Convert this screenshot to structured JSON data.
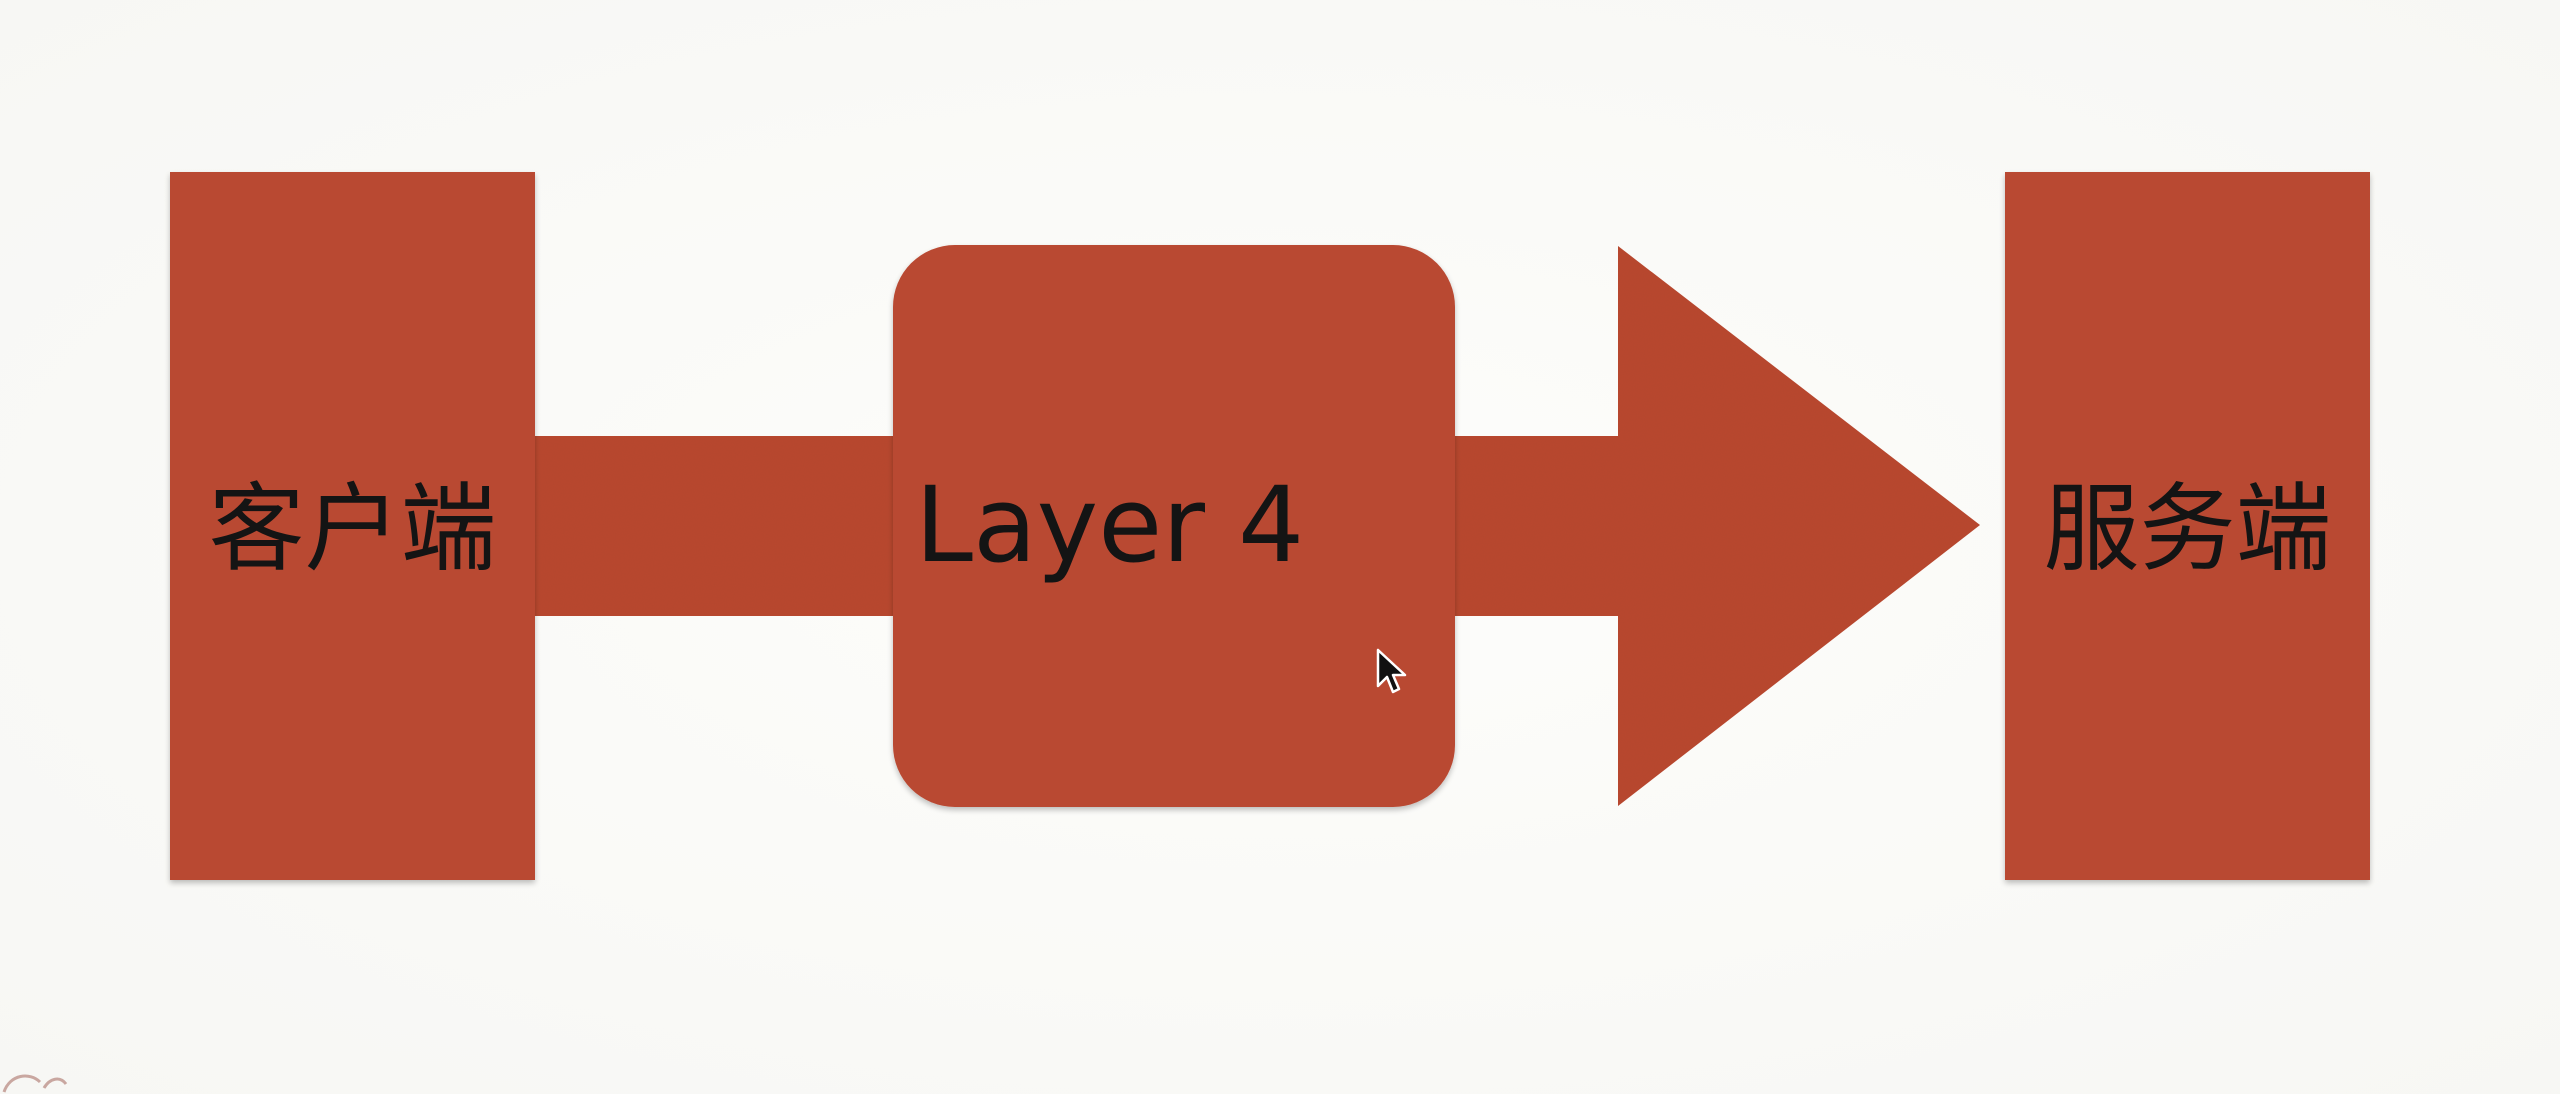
{
  "diagram": {
    "nodes": {
      "client": {
        "label": "客户端"
      },
      "layer": {
        "label": "Layer 4"
      },
      "server": {
        "label": "服务端"
      }
    },
    "edges": [
      {
        "from": "client",
        "to": "layer"
      },
      {
        "from": "layer",
        "to": "server",
        "arrow": true
      }
    ],
    "colors": {
      "shape_fill": "#b94832",
      "shape_fill_dark": "#a63f2b",
      "text": "#141414",
      "background": "#fbfbf9"
    }
  },
  "pointer": {
    "icon": "mouse-pointer-icon"
  }
}
